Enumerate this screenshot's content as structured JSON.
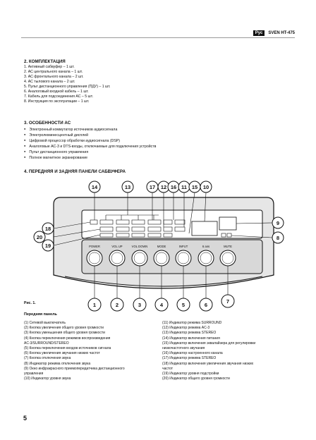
{
  "header": {
    "lang": "Рус",
    "model": "SVEN HT-475"
  },
  "section2": {
    "title": "2. КОМПЛЕКТАЦИЯ",
    "items": [
      "1. Активный сабвуфер – 1 шт.",
      "2. АС центрального канала – 1 шт.",
      "3. АС фронтального канала – 2 шт.",
      "4. АС тылового канала – 2 шт.",
      "5. Пульт дистанционного управления (ПДУ) – 1 шт.",
      "6. Аналоговый входной кабель – 1 шт.",
      "7. Кабель для подсоединения АС – 5 шт.",
      "8. Инструкция по эксплуатации – 1 шт."
    ]
  },
  "section3": {
    "title": "3. ОСОБЕННОСТИ АС",
    "items": [
      "Электронный коммутатор источников аудиосигнала",
      "Электролюминесцентный дисплей",
      "Цифровой процессор обработки аудиосигнала (DSP)",
      "Аналоговые AC-3 и DTS-входы, отключаемые для подключения устройств",
      "Пульт дистанционного управления",
      "Полное магнитное экранирование"
    ]
  },
  "section4": {
    "title": "4. ПЕРЕДНЯЯ И ЗАДНЯЯ ПАНЕЛИ САБВУФЕРА"
  },
  "diagram": {
    "top_callouts": [
      "14",
      "13",
      "17",
      "12",
      "16",
      "11",
      "15",
      "10"
    ],
    "side_callouts": {
      "left": [
        "18",
        "20",
        "19"
      ],
      "right": [
        "9",
        "8"
      ]
    },
    "bottom_callouts": [
      "1",
      "2",
      "3",
      "4",
      "5",
      "6",
      "7"
    ],
    "knob_labels": [
      "POWER",
      "VOL UP",
      "VOL DOWN",
      "MODE",
      "INPUT",
      "6 ans",
      "MUTE"
    ]
  },
  "figure_label": "Рис. 1.",
  "caption": "Передняя панель",
  "legend_left": [
    "(1) Сетевой выключатель",
    "(2) Кнопка увеличения общего уровня громкости",
    "(3) Кнопка уменьшения общего уровня громкости",
    "(4) Кнопка переключения режимов воспроизведения",
    "AC-3/SURROUND/STEREO",
    "(5) Кнопка переключения входов источников сигнала",
    "(6) Кнопка увеличения звучания низких частот",
    "(7) Кнопка отключения звука",
    "(8) Индикатор режима отключения звука",
    "(9) Окно инфракрасного приемопередатчика дистанционного",
    "управления",
    "(10) Индикатор уровня звука"
  ],
  "legend_right": [
    "(11) Индикатор режима SURROUND",
    "(12) Индикатор режима AC-3",
    "(13) Индикатор режима STEREO",
    "(14) Индикатор включения питания",
    "(15) Индикатор включения эквалайзера для регулировки",
    "низкочастотного звучания",
    "(16) Индикатор настроенного канала",
    "(17) Индикатор режима STEREO",
    "(18) Индикатор включения увеличения звучания низких",
    "частот",
    "(19) Индикатор уровня подстройки",
    "(20) Индикатор общего уровня громкости"
  ],
  "page_number": "5"
}
